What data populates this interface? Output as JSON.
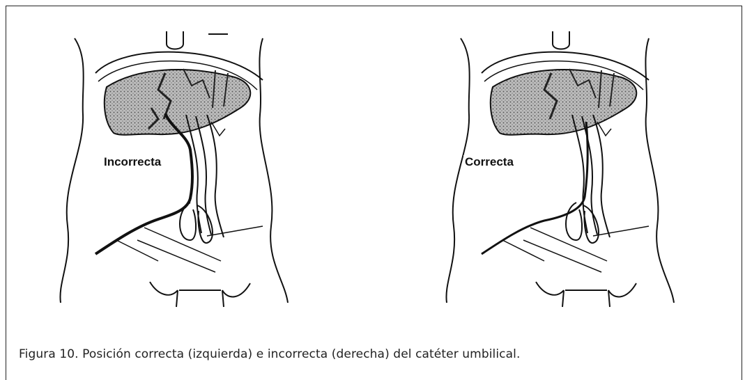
{
  "figure": {
    "panels": [
      {
        "label": "Incorrecta"
      },
      {
        "label": "Correcta"
      }
    ],
    "caption": "Figura 10. Posición correcta (izquierda) e incorrecta (derecha) del catéter umbilical."
  }
}
